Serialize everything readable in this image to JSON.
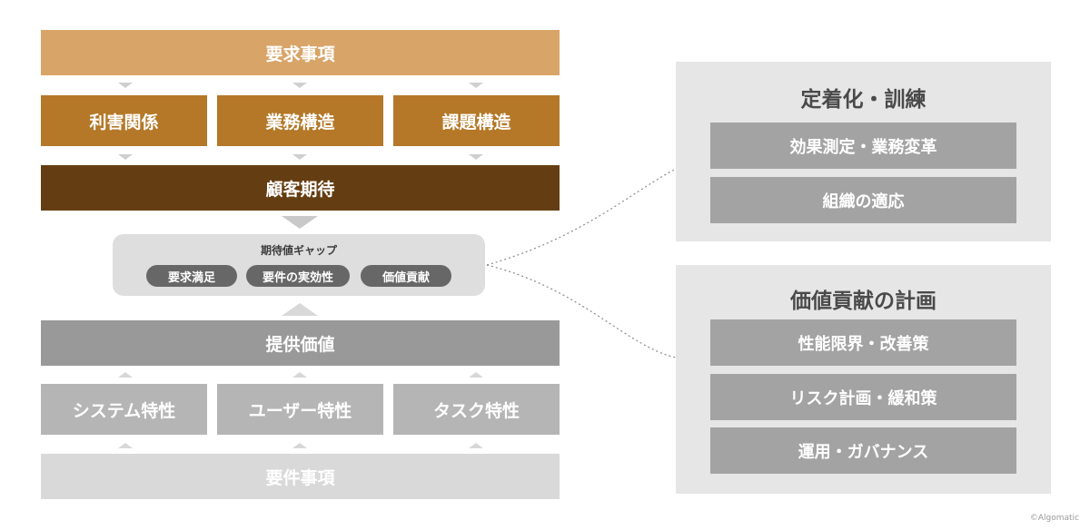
{
  "top_section": {
    "requirements": "要求事項",
    "factors": [
      "利害関係",
      "業務構造",
      "課題構造"
    ],
    "expectation": "顧客期待"
  },
  "gap": {
    "title": "期待値ギャップ",
    "pills": [
      "要求満足",
      "要件の実効性",
      "価値貢献"
    ]
  },
  "bottom_section": {
    "value": "提供価値",
    "traits": [
      "システム特性",
      "ユーザー特性",
      "タスク特性"
    ],
    "specs": "要件事項"
  },
  "panel_top": {
    "title": "定着化・訓練",
    "items": [
      "効果測定・業務変革",
      "組織の適応"
    ]
  },
  "panel_bottom": {
    "title": "価値貢献の計画",
    "items": [
      "性能限界・改善策",
      "リスク計画・緩和策",
      "運用・ガバナンス"
    ]
  },
  "credit": "©Algomatic",
  "colors": {
    "requirements": "#d9a468",
    "factors": "#b47828",
    "expectation": "#643e12",
    "value": "#999999",
    "traits": "#b5b5b5",
    "specs": "#d9d9d9"
  }
}
